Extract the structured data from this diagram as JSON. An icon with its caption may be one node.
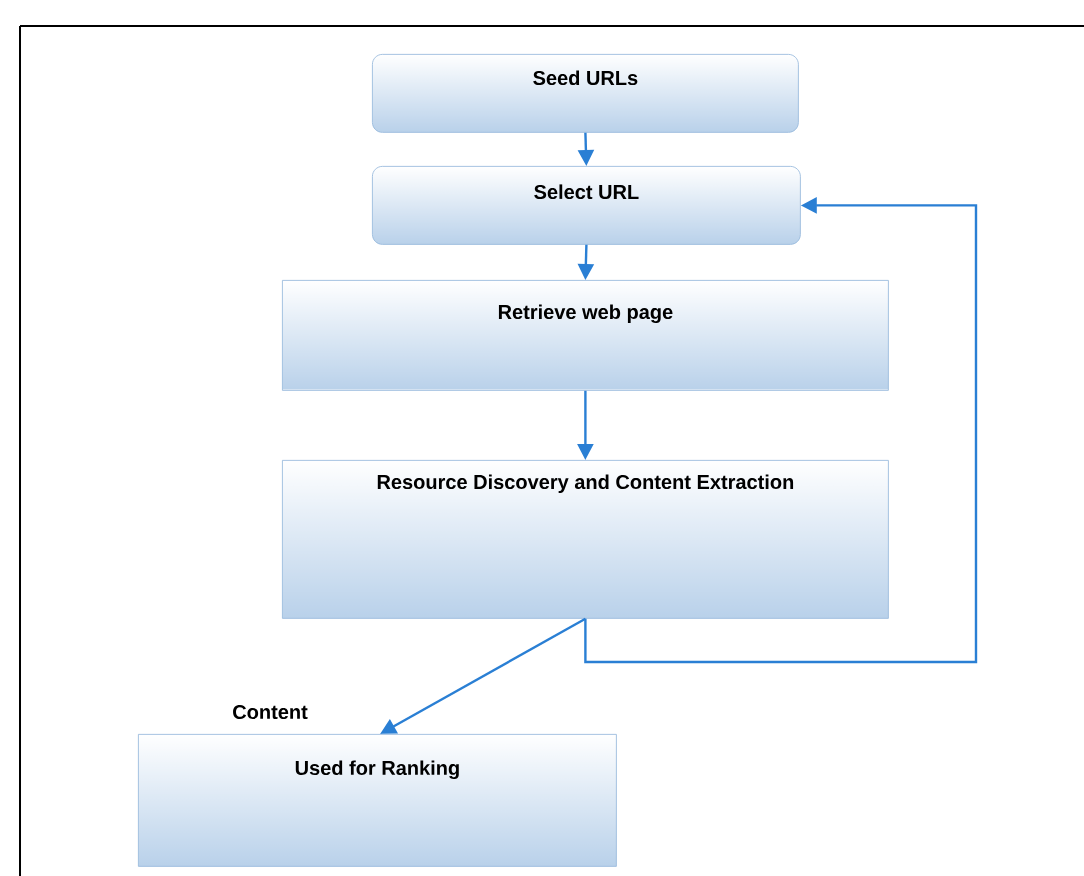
{
  "diagram": {
    "nodes": [
      {
        "text": [
          "Seed URLs"
        ]
      },
      {
        "text": [
          "Select URL"
        ]
      },
      {
        "text": [
          "Retrieve web page"
        ]
      },
      {
        "text": [
          "Resource Discovery and Content Extraction"
        ]
      },
      {
        "text": [
          "Used for Ranking"
        ]
      }
    ],
    "edges": [
      {
        "from": 0,
        "to": 1,
        "arrow": "to"
      },
      {
        "from": 1,
        "to": 2,
        "arrow": "to"
      },
      {
        "from": 2,
        "to": 3,
        "arrow": "to"
      },
      {
        "from": 3,
        "to": 1,
        "arrow": "to"
      },
      {
        "from": 3,
        "to": 4,
        "arrow": "to",
        "label": "Content"
      }
    ]
  }
}
